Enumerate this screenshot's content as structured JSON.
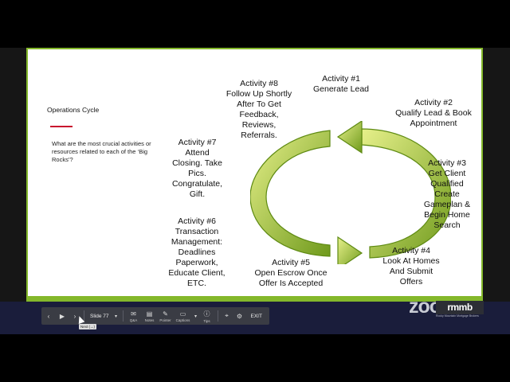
{
  "slide": {
    "title": "Operations Cycle",
    "description": "What are the most crucial activities or resources related to each of the ‘Big Rocks’?",
    "activities": [
      {
        "text": "Activity #1\nGenerate Lead"
      },
      {
        "text": "Activity #2\nQualify Lead & Book\nAppointment"
      },
      {
        "text": "Activity #3\nGet Client\nQualified\nCreate\nGameplan &\nBegin Home\nSearch"
      },
      {
        "text": "Activity #4\nLook At Homes\nAnd Submit\nOffers"
      },
      {
        "text": "Activity #5\nOpen Escrow Once\nOffer Is Accepted"
      },
      {
        "text": "Activity #6\nTransaction\nManagement:\nDeadlines\nPaperwork,\nEducate Client,\nETC."
      },
      {
        "text": "Activity #7\nAttend\nClosing. Take\nPics.\nCongratulate,\nGift."
      },
      {
        "text": "Activity #8\nFollow Up Shortly\nAfter To Get\nFeedback,\nReviews,\nReferrals."
      }
    ],
    "colors": {
      "accent_green": "#84b82b",
      "red_bar": "#c8102e"
    }
  },
  "toolbar": {
    "prev_icon": "chevron-left-icon",
    "play_icon": "play-icon",
    "next_icon": "chevron-right-icon",
    "slide_label": "Slide 77",
    "qa_label": "Q&A",
    "notes_label": "Notes",
    "pointer_label": "Pointer",
    "captions_label": "Captions",
    "tips_label": "Tips",
    "exit_label": "EXIT",
    "tooltip": "Next (→)"
  },
  "branding": {
    "zoom": "zoom",
    "rmmb": "rmmb",
    "rmmb_sub": "Rocky Mountain Mortgage Brokers"
  }
}
